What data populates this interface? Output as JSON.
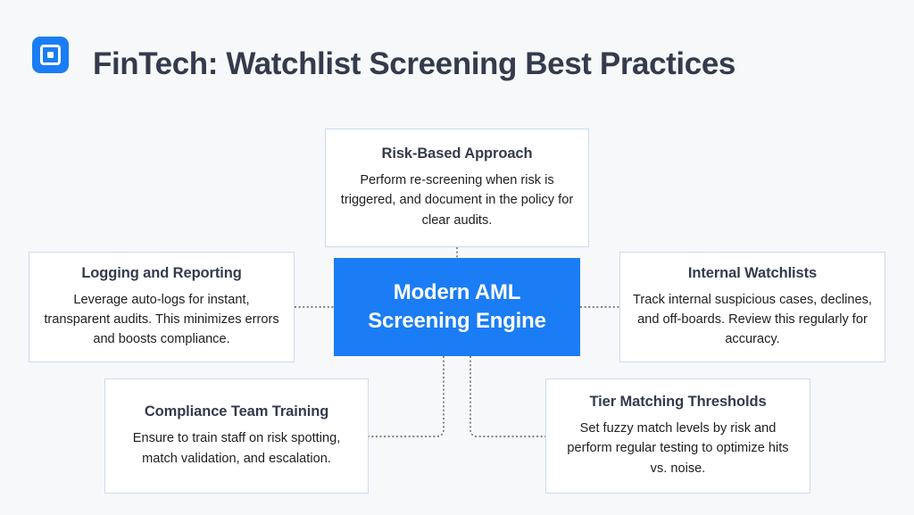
{
  "header": {
    "logo_icon": "rounded-square-logo-icon",
    "title": "FinTech: Watchlist Screening Best Practices"
  },
  "diagram": {
    "type": "hub-and-spoke-mind-map",
    "accent_color": "#1a7df5",
    "card_border_color": "#c9dcf4",
    "title_color": "#353b4d",
    "body_color": "#1f1f1f",
    "background_color": "#f7f8f9",
    "connector_style": "dotted",
    "center": {
      "line1": "Modern AML",
      "line2": "Screening Engine"
    },
    "nodes": [
      {
        "id": "risk-based-approach",
        "position": "top",
        "title": "Risk-Based Approach",
        "body": "Perform re-screening when risk is triggered, and document in the policy for clear audits."
      },
      {
        "id": "logging-and-reporting",
        "position": "left",
        "title": "Logging and Reporting",
        "body": "Leverage auto-logs for instant, transparent audits. This minimizes errors and boosts compliance."
      },
      {
        "id": "internal-watchlists",
        "position": "right",
        "title": "Internal Watchlists",
        "body": "Track internal suspicious cases, declines, and off-boards. Review this regularly for accuracy."
      },
      {
        "id": "compliance-team-training",
        "position": "bottom-left",
        "title": "Compliance Team Training",
        "body": "Ensure to train staff on risk spotting, match validation, and escalation."
      },
      {
        "id": "tier-matching-thresholds",
        "position": "bottom-right",
        "title": "Tier Matching Thresholds",
        "body": "Set fuzzy match levels by risk and perform regular testing to optimize hits vs. noise."
      }
    ]
  }
}
